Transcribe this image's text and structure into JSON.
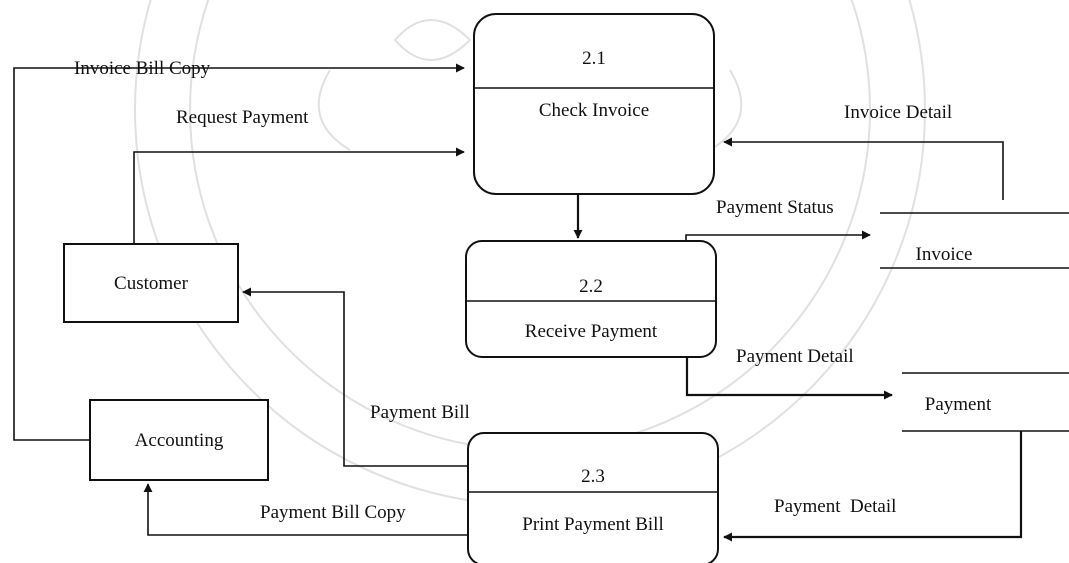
{
  "processes": {
    "p21": {
      "number": "2.1",
      "name": "Check Invoice"
    },
    "p22": {
      "number": "2.2",
      "name": "Receive Payment"
    },
    "p23": {
      "number": "2.3",
      "name": "Print Payment Bill"
    }
  },
  "entities": {
    "customer": "Customer",
    "accounting": "Accounting"
  },
  "stores": {
    "invoice": "Invoice",
    "payment": "Payment"
  },
  "flows": {
    "invoice_bill_copy": "Invoice Bill Copy",
    "request_payment": "Request Payment",
    "invoice_detail": "Invoice Detail",
    "payment_status": "Payment Status",
    "payment_detail_to_store": "Payment Detail",
    "payment_bill": "Payment Bill",
    "payment_bill_copy": "Payment Bill Copy",
    "payment_detail_from_store": "Payment  Detail"
  },
  "colors": {
    "ink": "#111111",
    "watermark": "#c8c8c8"
  }
}
